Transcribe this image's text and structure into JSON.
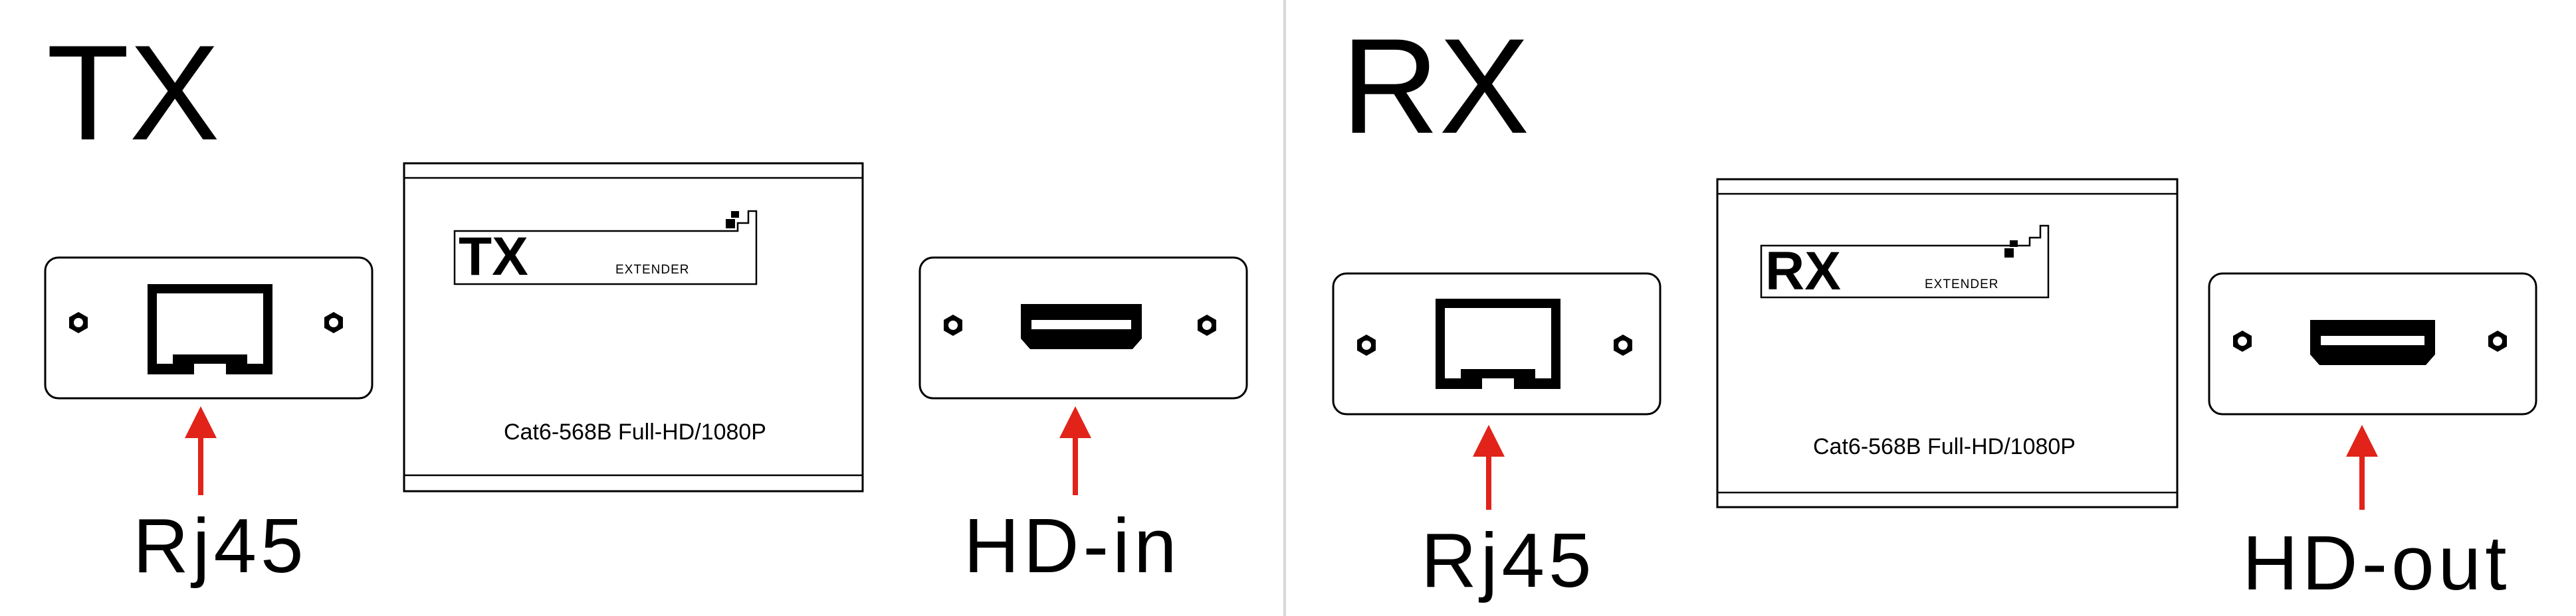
{
  "tx": {
    "title": "TX",
    "logo_main": "TX",
    "logo_sub": "EXTENDER",
    "spec": "Cat6-568B   Full-HD/1080P",
    "left_port_label": "Rj45",
    "right_port_label": "HD-in"
  },
  "rx": {
    "title": "RX",
    "logo_main": "RX",
    "logo_sub": "EXTENDER",
    "spec": "Cat6-568B   Full-HD/1080P",
    "left_port_label": "Rj45",
    "right_port_label": "HD-out"
  },
  "colors": {
    "arrow": "#e1231a",
    "line": "#000000",
    "divider": "#d8d8d8"
  }
}
